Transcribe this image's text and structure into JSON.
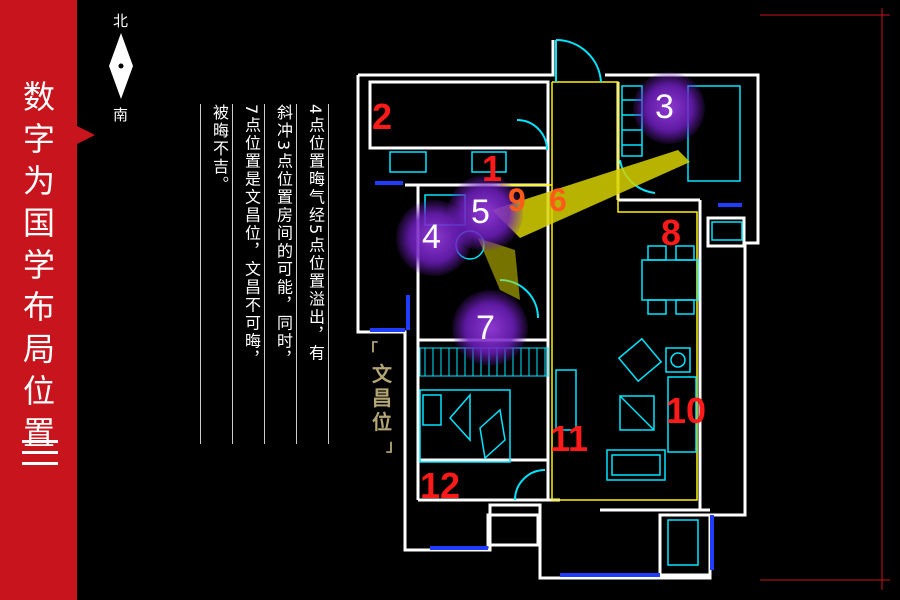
{
  "banner": {
    "title": "数字为国学布局位置",
    "bars": 3
  },
  "compass": {
    "north": "北",
    "south": "南"
  },
  "description": {
    "lines": [
      "4点位置晦气经5点位置溢出，有",
      "斜冲3点位置房间的可能，同时，",
      "7点位置是文昌位，文昌不可晦，",
      "被晦不吉。"
    ]
  },
  "wenchang_label": {
    "bracket_open": "「",
    "text": "文昌位",
    "bracket_close": "」"
  },
  "markers": {
    "red": [
      "1",
      "2",
      "8",
      "10",
      "11",
      "12"
    ],
    "orange": [
      "9",
      "6"
    ],
    "purple": [
      "3",
      "4",
      "5",
      "7"
    ]
  },
  "colors": {
    "banner": "#c8141c",
    "walls": "#ffffff",
    "furniture": "#00e5ff",
    "windows": "#1f3cff",
    "corridor": "#fff200",
    "marker_red": "#ff1a1a",
    "purple_glow": "#9b3de0",
    "arrow": "#d7d200",
    "wenchang_label": "#b3a574"
  }
}
